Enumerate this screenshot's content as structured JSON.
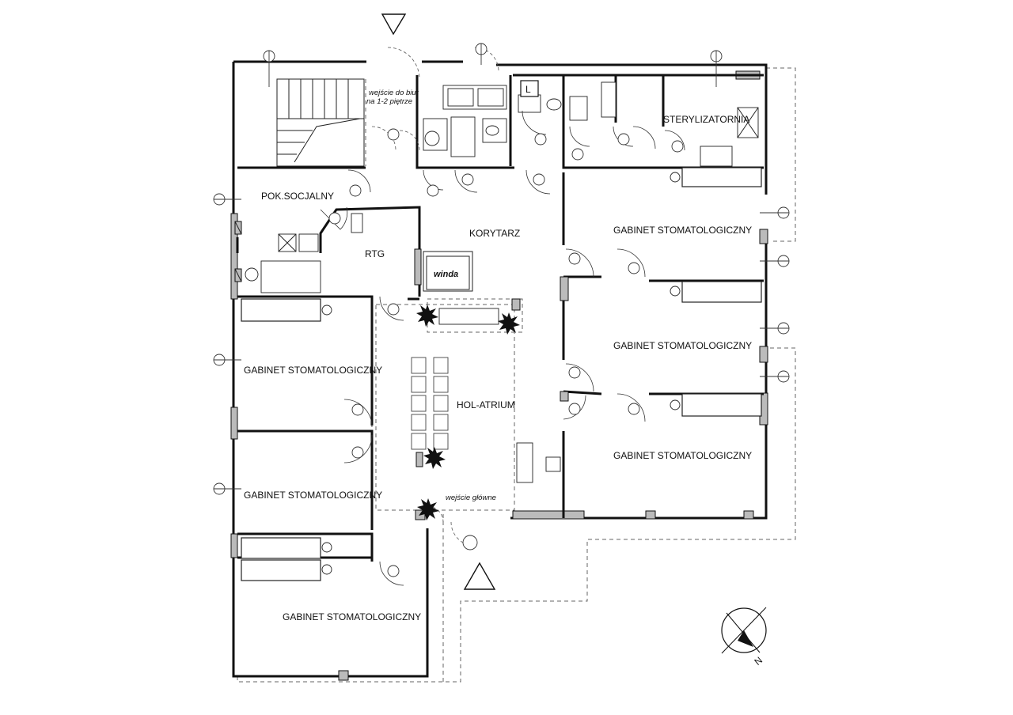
{
  "rooms": {
    "pok_socjalny": "POK.SOCJALNY",
    "rtg": "RTG",
    "korytarz": "KORYTARZ",
    "winda": "winda",
    "sterylizatornia": "STERYLIZATORNIA",
    "hol_atrium": "HOL-ATRIUM",
    "gabinet_r1": "GABINET STOMATOLOGICZNY",
    "gabinet_r2": "GABINET STOMATOLOGICZNY",
    "gabinet_r3": "GABINET STOMATOLOGICZNY",
    "gabinet_l1": "GABINET STOMATOLOGICZNY",
    "gabinet_l2": "GABINET STOMATOLOGICZNY",
    "gabinet_l3": "GABINET STOMATOLOGICZNY"
  },
  "annotations": {
    "entrance_offices_line1": "wejście do biur",
    "entrance_offices_line2": "na 1-2 piętrze",
    "main_entrance": "wejście główne",
    "locker_mark": "L",
    "north_mark": "N"
  }
}
